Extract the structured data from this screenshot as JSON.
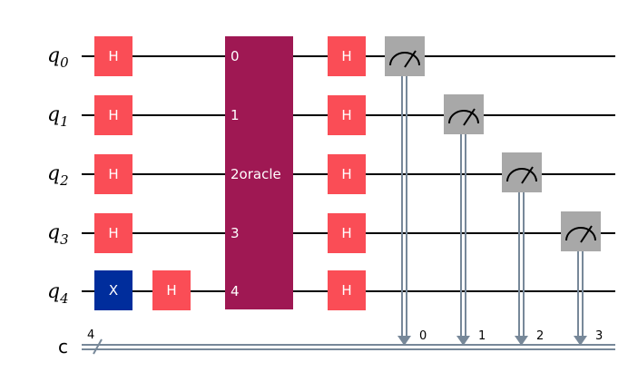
{
  "qubits": [
    {
      "id": "q0",
      "base": "q",
      "sub": "0"
    },
    {
      "id": "q1",
      "base": "q",
      "sub": "1"
    },
    {
      "id": "q2",
      "base": "q",
      "sub": "2"
    },
    {
      "id": "q3",
      "base": "q",
      "sub": "3"
    },
    {
      "id": "q4",
      "base": "q",
      "sub": "4"
    }
  ],
  "classical": {
    "label": "c",
    "width": "4",
    "bit_labels": [
      "0",
      "1",
      "2",
      "3"
    ]
  },
  "gates": {
    "h_label": "H",
    "x_label": "X",
    "oracle_label": "oracle",
    "oracle_pins": [
      "0",
      "1",
      "2",
      "3",
      "4"
    ]
  },
  "colors": {
    "h_gate": "#FA4D56",
    "x_gate": "#002D9C",
    "oracle": "#9F1853",
    "measure": "#A8A8A8",
    "classical_wire": "#778899",
    "wire": "#000000"
  }
}
